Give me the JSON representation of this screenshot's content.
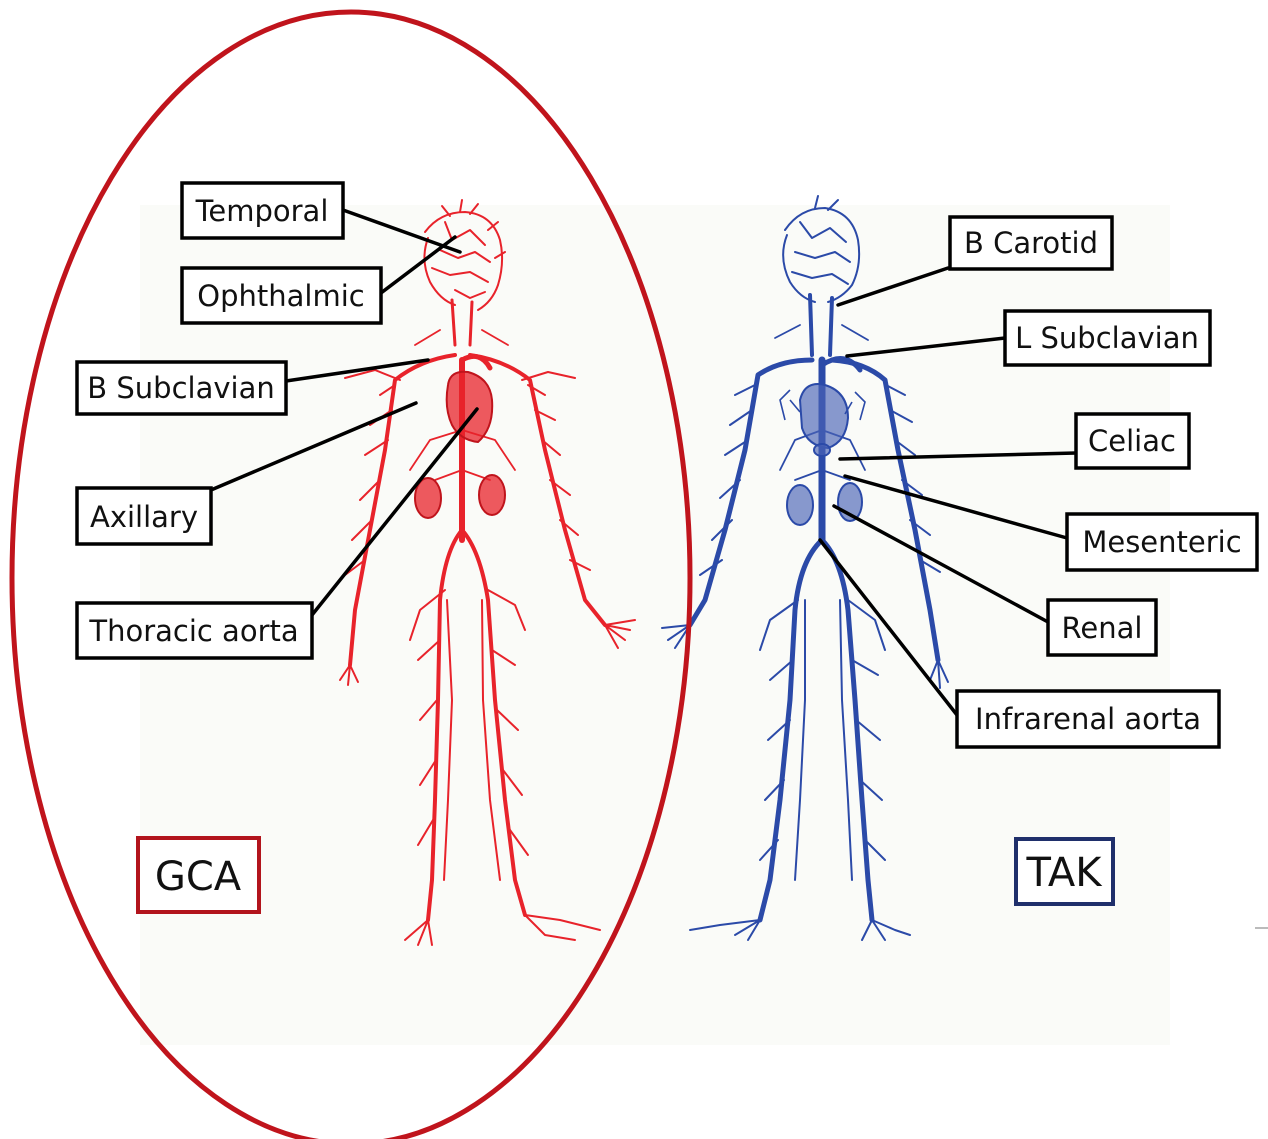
{
  "colors": {
    "gca_vessels": "#e8232b",
    "gca_ellipse": "#c0141c",
    "gca_box": "#b2141c",
    "tak_vessels": "#2b4aa8",
    "tak_box": "#1f2f6b",
    "background_panel": "#fafbf8"
  },
  "gca": {
    "group_label": "GCA",
    "labels": [
      "Temporal",
      "Ophthalmic",
      "B Subclavian",
      "Axillary",
      "Thoracic aorta"
    ]
  },
  "tak": {
    "group_label": "TAK",
    "labels": [
      "B Carotid",
      "L Subclavian",
      "Celiac",
      "Mesenteric",
      "Renal",
      "Infrarenal aorta"
    ]
  }
}
